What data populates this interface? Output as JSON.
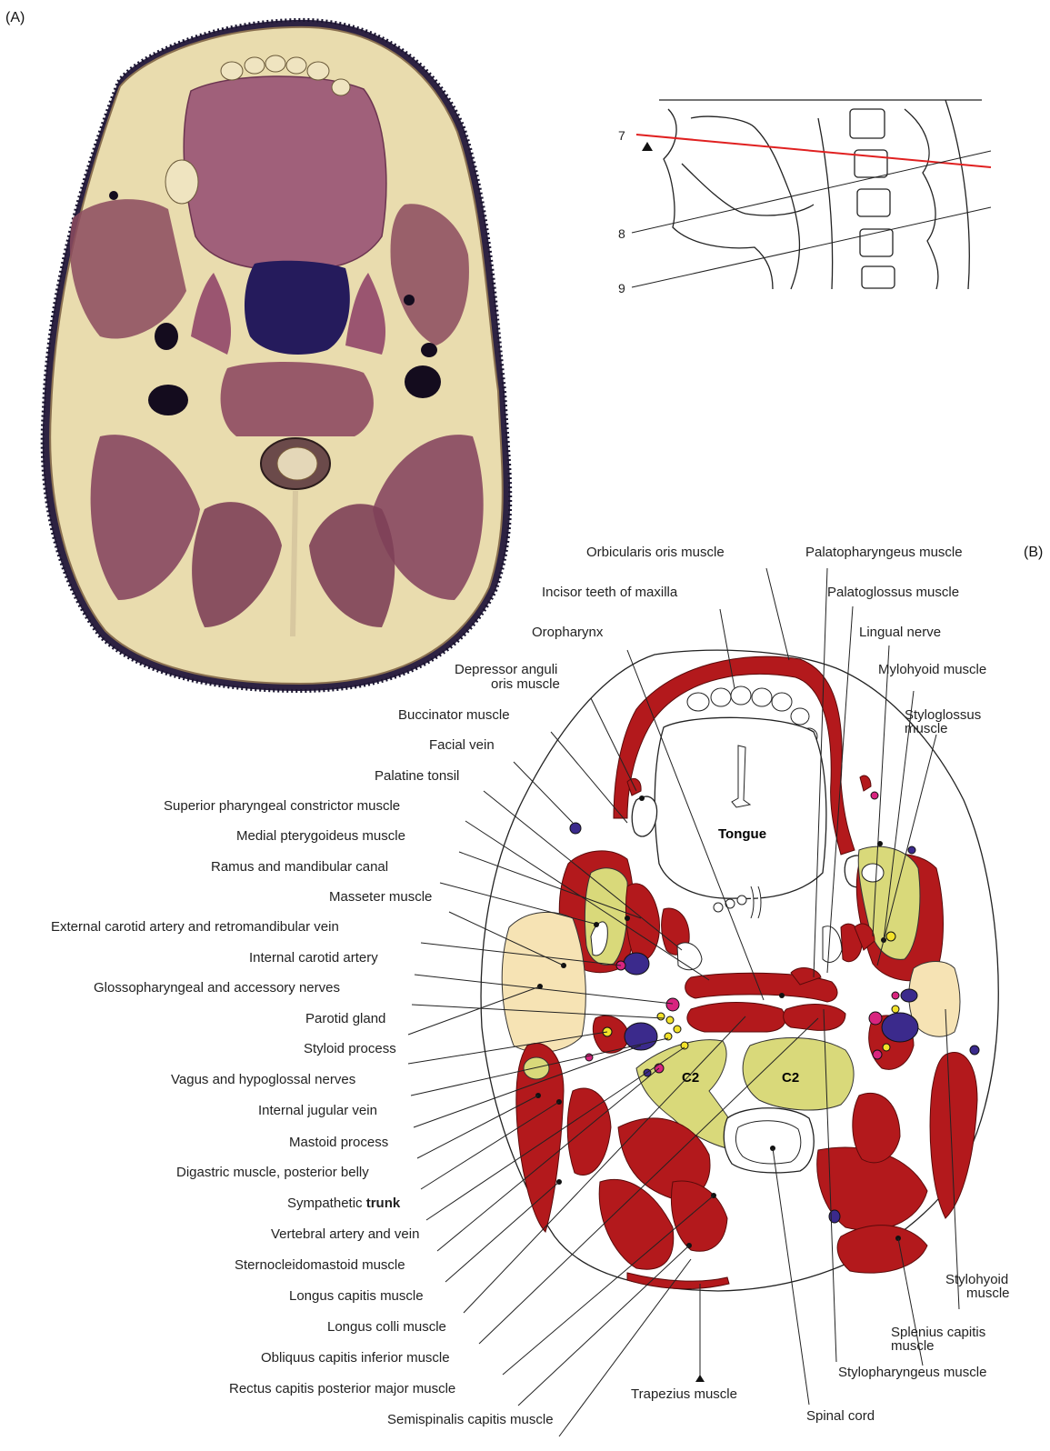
{
  "panels": {
    "a": "(A)",
    "b": "(B)"
  },
  "inset": {
    "levels": [
      "7",
      "8",
      "9"
    ]
  },
  "diagram": {
    "tongue": "Tongue",
    "c2_left": "C2",
    "c2_right": "C2"
  },
  "labels": {
    "orbicularis": "Orbicularis oris muscle",
    "palatopharyngeus": "Palatopharyngeus muscle",
    "incisor": "Incisor teeth of maxilla",
    "palatoglossus": "Palatoglossus muscle",
    "oropharynx": "Oropharynx",
    "lingual": "Lingual nerve",
    "depressor_1": "Depressor anguli",
    "depressor_2": "oris muscle",
    "mylohyoid": "Mylohyoid muscle",
    "buccinator": "Buccinator muscle",
    "styloglossus_1": "Styloglossus",
    "styloglossus_2": "muscle",
    "facial_vein": "Facial vein",
    "palatine_tonsil": "Palatine tonsil",
    "sup_constrictor": "Superior pharyngeal constrictor muscle",
    "medial_ptery": "Medial pterygoideus muscle",
    "ramus": "Ramus and mandibular canal",
    "masseter": "Masseter muscle",
    "ext_carotid": "External carotid artery and retromandibular vein",
    "int_carotid": "Internal carotid artery",
    "glosso": "Glossopharyngeal and accessory nerves",
    "parotid": "Parotid gland",
    "styloid": "Styloid process",
    "vagus": "Vagus and hypoglossal nerves",
    "ijv": "Internal jugular vein",
    "mastoid": "Mastoid process",
    "digastric": "Digastric muscle, posterior belly",
    "sympathetic_a": "Sympathetic ",
    "sympathetic_b": "trunk",
    "vertebral": "Vertebral artery and vein",
    "scm": "Sternocleidomastoid muscle",
    "longus_capitis": "Longus capitis muscle",
    "longus_colli": "Longus colli muscle",
    "obliquus": "Obliquus capitis inferior muscle",
    "rectus": "Rectus capitis posterior major muscle",
    "semispinalis": "Semispinalis capitis muscle",
    "trapezius": "Trapezius muscle",
    "spinal_cord": "Spinal cord",
    "stylopharyngeus": "Stylopharyngeus muscle",
    "splenius_1": "Splenius capitis",
    "splenius_2": "muscle",
    "stylohyoid_1": "Stylohyoid",
    "stylohyoid_2": "muscle"
  },
  "colors": {
    "muscle": "#b3191c",
    "bone": "#d9d97a",
    "gland": "#f6e3b4",
    "vein": "#3b2a8c",
    "artery": "#d8247f",
    "nerve": "#f2e22a",
    "cut_plane": "#e02020"
  }
}
